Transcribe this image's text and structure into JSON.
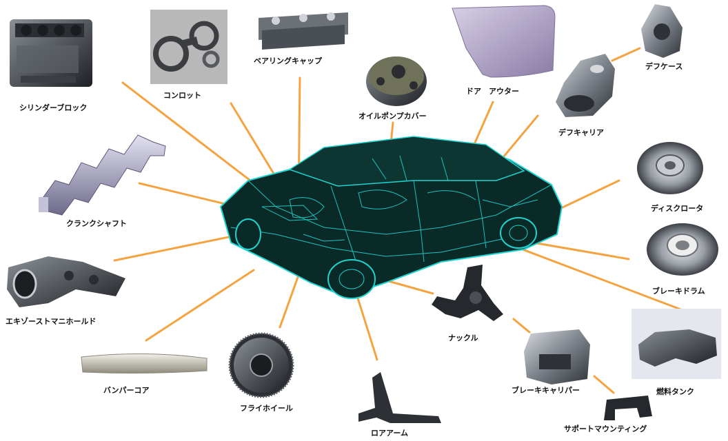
{
  "colors": {
    "leader_line": "#f5a340",
    "car_wire": "#1fd4d0",
    "car_body": "#0a2a28",
    "metal_dark": "#4a4f55",
    "metal_light": "#c9ccd2",
    "door_purple": "#9c8fb4"
  },
  "parts": [
    {
      "id": "cylinder-block",
      "label": "シリンダーブロック",
      "icon": "engine-block-icon"
    },
    {
      "id": "conrod",
      "label": "コンロット",
      "icon": "conrod-icon"
    },
    {
      "id": "bearing-cap",
      "label": "ベアリングキャップ",
      "icon": "bearing-cap-icon"
    },
    {
      "id": "oil-pump-cover",
      "label": "オイルポンプカバー",
      "icon": "oil-pump-icon"
    },
    {
      "id": "door-outer",
      "label": "ドア　アウター",
      "icon": "door-panel-icon"
    },
    {
      "id": "diff-case",
      "label": "デフケース",
      "icon": "diff-case-icon"
    },
    {
      "id": "diff-carrier",
      "label": "デフキャリア",
      "icon": "diff-carrier-icon"
    },
    {
      "id": "disc-rotor",
      "label": "ディスクロータ",
      "icon": "disc-rotor-icon"
    },
    {
      "id": "brake-drum",
      "label": "ブレーキドラム",
      "icon": "brake-drum-icon"
    },
    {
      "id": "fuel-tank",
      "label": "燃料タンク",
      "icon": "fuel-tank-icon"
    },
    {
      "id": "crankshaft",
      "label": "クランクシャフト",
      "icon": "crankshaft-icon"
    },
    {
      "id": "exhaust-manifold",
      "label": "エキゾーストマニホールド",
      "icon": "exhaust-manifold-icon"
    },
    {
      "id": "bumper-core",
      "label": "バンパーコア",
      "icon": "bumper-icon"
    },
    {
      "id": "flywheel",
      "label": "フライホイール",
      "icon": "flywheel-icon"
    },
    {
      "id": "lower-arm",
      "label": "ロアアーム",
      "icon": "lower-arm-icon"
    },
    {
      "id": "knuckle",
      "label": "ナックル",
      "icon": "knuckle-icon"
    },
    {
      "id": "brake-caliper",
      "label": "ブレーキキャリパー",
      "icon": "caliper-icon"
    },
    {
      "id": "support-mounting",
      "label": "サポートマウンティング",
      "icon": "support-mount-icon"
    }
  ]
}
